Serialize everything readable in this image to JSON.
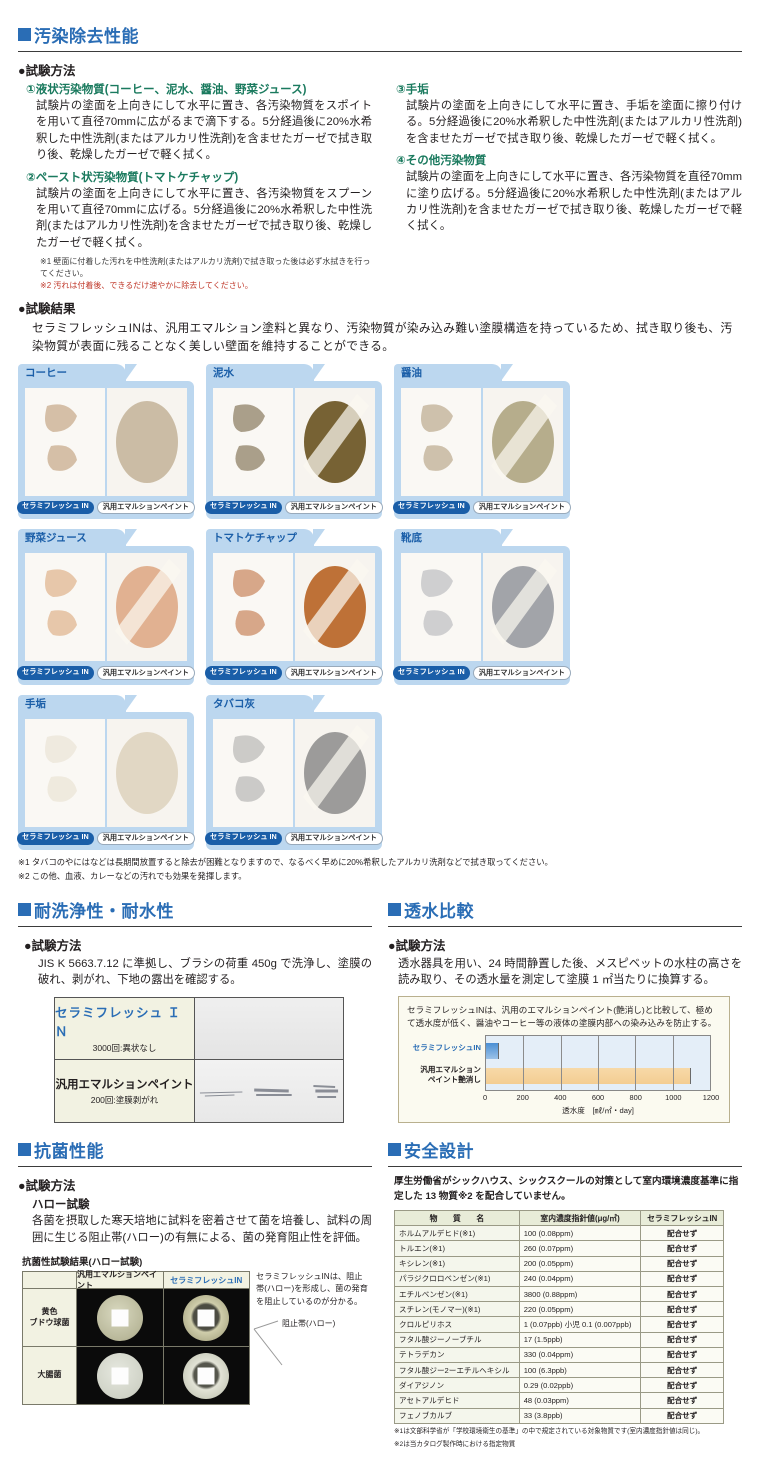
{
  "sections": {
    "stain": {
      "title": "汚染除去性能",
      "method_heading": "●試験方法",
      "methods_left": [
        {
          "title": "①液状汚染物質(コーヒー、泥水、醤油、野菜ジュース)",
          "body": "試験片の塗面を上向きにして水平に置き、各汚染物質をスポイトを用いて直径70mmに広がるまで滴下する。5分経過後に20%水希釈した中性洗剤(またはアルカリ性洗剤)を含ませたガーゼで拭き取り後、乾燥したガーゼで軽く拭く。"
        },
        {
          "title": "②ペースト状汚染物質(トマトケチャップ)",
          "body": "試験片の塗面を上向きにして水平に置き、各汚染物質をスプーンを用いて直径70mmに広げる。5分経過後に20%水希釈した中性洗剤(またはアルカリ性洗剤)を含ませたガーゼで拭き取り後、乾燥したガーゼで軽く拭く。"
        }
      ],
      "methods_right": [
        {
          "title": "③手垢",
          "body": "試験片の塗面を上向きにして水平に置き、手垢を塗面に擦り付ける。5分経過後に20%水希釈した中性洗剤(またはアルカリ性洗剤)を含ませたガーゼで拭き取り後、乾燥したガーゼで軽く拭く。"
        },
        {
          "title": "④その他汚染物質",
          "body": "試験片の塗面を上向きにして水平に置き、各汚染物質を直径70mmに塗り広げる。5分経過後に20%水希釈した中性洗剤(またはアルカリ性洗剤)を含ませたガーゼで拭き取り後、乾燥したガーゼで軽く拭く。"
        }
      ],
      "notes": [
        "※1 壁面に付着した汚れを中性洗剤(またはアルカリ洗剤)で拭き取った後は必ず水拭きを行ってください。",
        "※2 汚れは付着後、できるだけ速やかに除去してください。"
      ],
      "result_heading": "●試験結果",
      "result_body": "セラミフレッシュINは、汎用エマルション塗料と異なり、汚染物質が染み込み難い塗膜構造を持っているため、拭き取り後も、汚染物質が表面に残ることなく美しい壁面を維持することができる。",
      "badge_left": "セラミフレッシュ IN",
      "badge_right": "汎用エマルションペイント",
      "cards": [
        {
          "label": "コーヒー",
          "stain": "coffee"
        },
        {
          "label": "泥水",
          "stain": "mud"
        },
        {
          "label": "醤油",
          "stain": "soy"
        },
        {
          "label": "野菜ジュース",
          "stain": "veggie"
        },
        {
          "label": "トマトケチャップ",
          "stain": "ketchup"
        },
        {
          "label": "靴底",
          "stain": "shoe"
        },
        {
          "label": "手垢",
          "stain": "handprint"
        },
        {
          "label": "タバコ灰",
          "stain": "ash"
        }
      ],
      "tail_notes": [
        "※1 タバコのやにはなどは長期間放置すると除去が困難となりますので、なるべく早めに20%希釈したアルカリ洗剤などで拭き取ってください。",
        "※2 この他、血液、カレーなどの汚れでも効果を発揮します。"
      ]
    },
    "scrub": {
      "title": "耐洗浄性・耐水性",
      "method_heading": "●試験方法",
      "method_body": "JIS K 5663.7.12 に準拠し、ブラシの荷重 450g で洗浄し、塗膜の破れ、剥がれ、下地の露出を確認する。",
      "rows": [
        {
          "name": "セラミフレッシュ Ｉ Ｎ",
          "detail": "3000回:異状なし",
          "highlight": true
        },
        {
          "name": "汎用エマルションペイント",
          "detail": "200回:塗膜剥がれ",
          "highlight": false
        }
      ]
    },
    "water": {
      "title": "透水比較",
      "method_heading": "●試験方法",
      "method_body": "透水器具を用い、24 時間静置した後、メスピベットの水柱の高さを読み取り、その透水量を測定して塗膜 1 ㎡当たりに換算する。",
      "box_text": "セラミフレッシュINは、汎用のエマルションペイント(艶消し)と比較して、極めて透水度が低く、醤油やコーヒー等の液体の塗膜内部への染み込みを防止する。"
    },
    "anti": {
      "title": "抗菌性能",
      "method_heading": "●試験方法",
      "method_sub": "ハロー試験",
      "method_body": "各菌を摂取した寒天培地に試料を密着させて菌を培養し、試料の周囲に生じる阻止帯(ハロー)の有無による、菌の発育阻止性を評価。",
      "table_title": "抗菌性試験結果(ハロー試験)",
      "col_blank": "",
      "col_general": "汎用エマルションペイント",
      "col_product": "セラミフレッシュIN",
      "rows": [
        {
          "label": "黄色\nブドウ球菌"
        },
        {
          "label": "大腸菌"
        }
      ],
      "side_text": "セラミフレッシュINは、阻止帯(ハロー)を形成し、菌の発育を阻止しているのが分かる。",
      "side_caption": "阻止帯(ハロー)"
    },
    "safety": {
      "title": "安全設計",
      "lead": "厚生労働省がシックハウス、シックスクールの対策として室内環境濃度基準に指定した 13 物質※2 を配合していません。",
      "columns": [
        "物　　質　　名",
        "室内濃度指針値(μg/㎥)",
        "セラミフレッシュIN"
      ],
      "rows": [
        {
          "name": "ホルムアルデヒド(※1)",
          "value": "100 (0.08ppm)",
          "result": "配合せず"
        },
        {
          "name": "トルエン(※1)",
          "value": "260 (0.07ppm)",
          "result": "配合せず"
        },
        {
          "name": "キシレン(※1)",
          "value": "200 (0.05ppm)",
          "result": "配合せず"
        },
        {
          "name": "パラジクロロベンゼン(※1)",
          "value": "240 (0.04ppm)",
          "result": "配合せず"
        },
        {
          "name": "エチルベンゼン(※1)",
          "value": "3800 (0.88ppm)",
          "result": "配合せず"
        },
        {
          "name": "スチレン(モノマー)(※1)",
          "value": "220 (0.05ppm)",
          "result": "配合せず"
        },
        {
          "name": "クロルピリホス",
          "value": "1 (0.07ppb) 小児 0.1 (0.007ppb)",
          "result": "配合せず"
        },
        {
          "name": "フタル酸ジーノーブチル",
          "value": "17 (1.5ppb)",
          "result": "配合せず"
        },
        {
          "name": "テトラデカン",
          "value": "330 (0.04ppm)",
          "result": "配合せず"
        },
        {
          "name": "フタル酸ジー2ーエチルヘキシル",
          "value": "100 (6.3ppb)",
          "result": "配合せず"
        },
        {
          "name": "ダイアジノン",
          "value": "0.29 (0.02ppb)",
          "result": "配合せず"
        },
        {
          "name": "アセトアルデヒド",
          "value": "48 (0.03ppm)",
          "result": "配合せず"
        },
        {
          "name": "フェノブカルブ",
          "value": "33 (3.8ppb)",
          "result": "配合せず"
        }
      ],
      "notes": [
        "※1は文部科学省が「学校環境衛生の基準」の中で規定されている対象物質です(室内濃度指針値は同じ)。",
        "※2は当カタログ製作時における指定物質"
      ]
    }
  },
  "chart_data": {
    "type": "bar",
    "orientation": "horizontal",
    "title": "透水比較",
    "categories": [
      "セラミフレッシュIN",
      "汎用エマルションペイント艶消し"
    ],
    "category_labels_wrapped": [
      "セラミフレッシュIN",
      "汎用エマルション\nペイント艶消し"
    ],
    "values": [
      70,
      1100
    ],
    "xlabel": "透水度　[㎖/㎡・day]",
    "ylabel": "",
    "xlim": [
      0,
      1200
    ],
    "xticks": [
      0,
      200,
      400,
      600,
      800,
      1000,
      1200
    ],
    "grid": true,
    "legend": "none",
    "colors": [
      "#4a8fd4",
      "#f3cd92"
    ]
  },
  "theme": {
    "accent_blue": "#2a6db5",
    "card_blue": "#bcd7ef",
    "green": "#1a7a5e",
    "cream": "#f2f2e2"
  }
}
